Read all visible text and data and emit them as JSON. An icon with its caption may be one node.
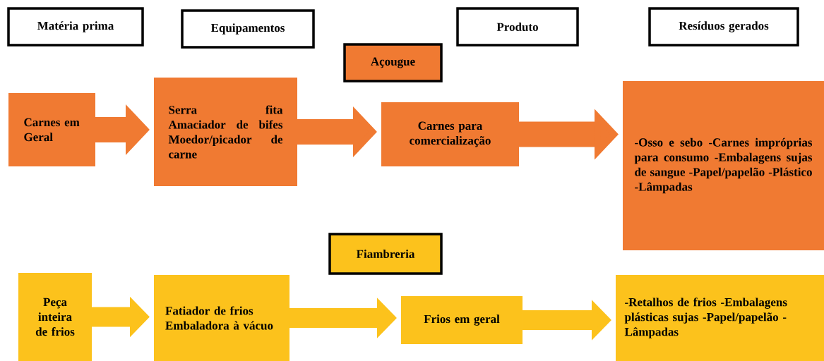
{
  "diagram": {
    "nodes": [
      {
        "text": [
          "Matéria prima"
        ]
      },
      {
        "text": [
          "Equipamentos"
        ]
      },
      {
        "text": [
          "Produto"
        ]
      },
      {
        "text": [
          "Resíduos gerados"
        ]
      },
      {
        "text": [
          "Açougue"
        ]
      },
      {
        "text": [
          "Carnes em Geral"
        ]
      },
      {
        "text": [
          "Serra fita Amaciador de bifes Moedor/picador de carne"
        ]
      },
      {
        "text": [
          "Carnes para comercialização"
        ]
      },
      {
        "text": [
          "-Osso e sebo -Carnes impróprias para consumo -Embalagens sujas de sangue -Papel/papelão -Plástico -Lâmpadas"
        ]
      },
      {
        "text": [
          "Fiambreria"
        ]
      },
      {
        "text": [
          "Peça inteira de frios"
        ]
      },
      {
        "text": [
          "Fatiador de frios Embaladora à vácuo"
        ]
      },
      {
        "text": [
          "Frios em geral"
        ]
      },
      {
        "text": [
          "-Retalhos de frios -Embalagens plásticas sujas -Papel/papelão -Lâmpadas"
        ]
      }
    ],
    "edges": [
      {
        "from": 5,
        "to": 6,
        "arrow": "to"
      },
      {
        "from": 6,
        "to": 7,
        "arrow": "to"
      },
      {
        "from": 7,
        "to": 8,
        "arrow": "to"
      },
      {
        "from": 10,
        "to": 11,
        "arrow": "to"
      },
      {
        "from": 11,
        "to": 12,
        "arrow": "to"
      },
      {
        "from": 12,
        "to": 13,
        "arrow": "to"
      }
    ]
  }
}
